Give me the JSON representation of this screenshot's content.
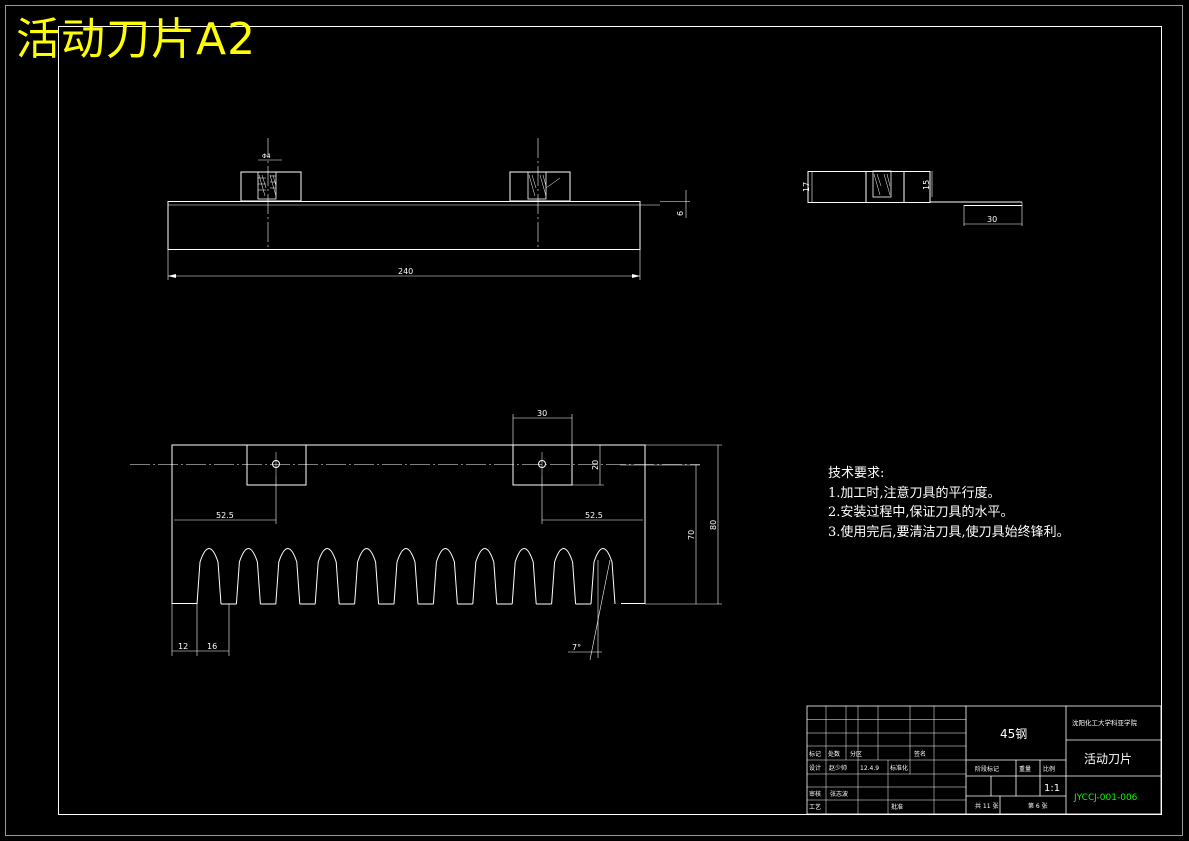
{
  "title": "活动刀片A2",
  "colors": {
    "background": "#000000",
    "lines": "#ffffff",
    "title": "#ffff00",
    "drawing_no": "#00ff00"
  },
  "dimensions": {
    "top_length": "240",
    "top_thickness": "6",
    "side_height": "17",
    "side_counterbore": "15",
    "side_flange": "30",
    "hole_dia": "Φ4",
    "block_width": "30",
    "block_height": "20",
    "left_offset": "52.5",
    "right_offset": "52.5",
    "tooth_depth": "70",
    "total_height": "80",
    "edge_width": "12",
    "tooth_pitch": "16",
    "tooth_angle": "7°"
  },
  "tech_notes": {
    "heading": "技术要求:",
    "items": [
      "1.加工时,注意刀具的平行度。",
      "2.安装过程中,保证刀具的水平。",
      "3.使用完后,要清洁刀具,使刀具始终锋利。"
    ]
  },
  "title_block": {
    "material": "45钢",
    "school": "沈阳化工大学科亚学院",
    "part_name": "活动刀片",
    "drawing_no": "JYCCJ-001-006",
    "scale": "1:1",
    "row_labels": [
      "标记",
      "处数",
      "分区",
      "签名"
    ],
    "design_label": "设计",
    "designer": "赵少帅",
    "date": "12.4.9",
    "std_label": "标准化",
    "review_label": "审核",
    "reviewer": "张志波",
    "process_label": "工艺",
    "approve_label": "批准",
    "stage_label": "阶段标记",
    "weight_label": "重量",
    "scale_label": "比例",
    "total_sheets": "共 11 张",
    "sheet_no": "第 6 张"
  }
}
